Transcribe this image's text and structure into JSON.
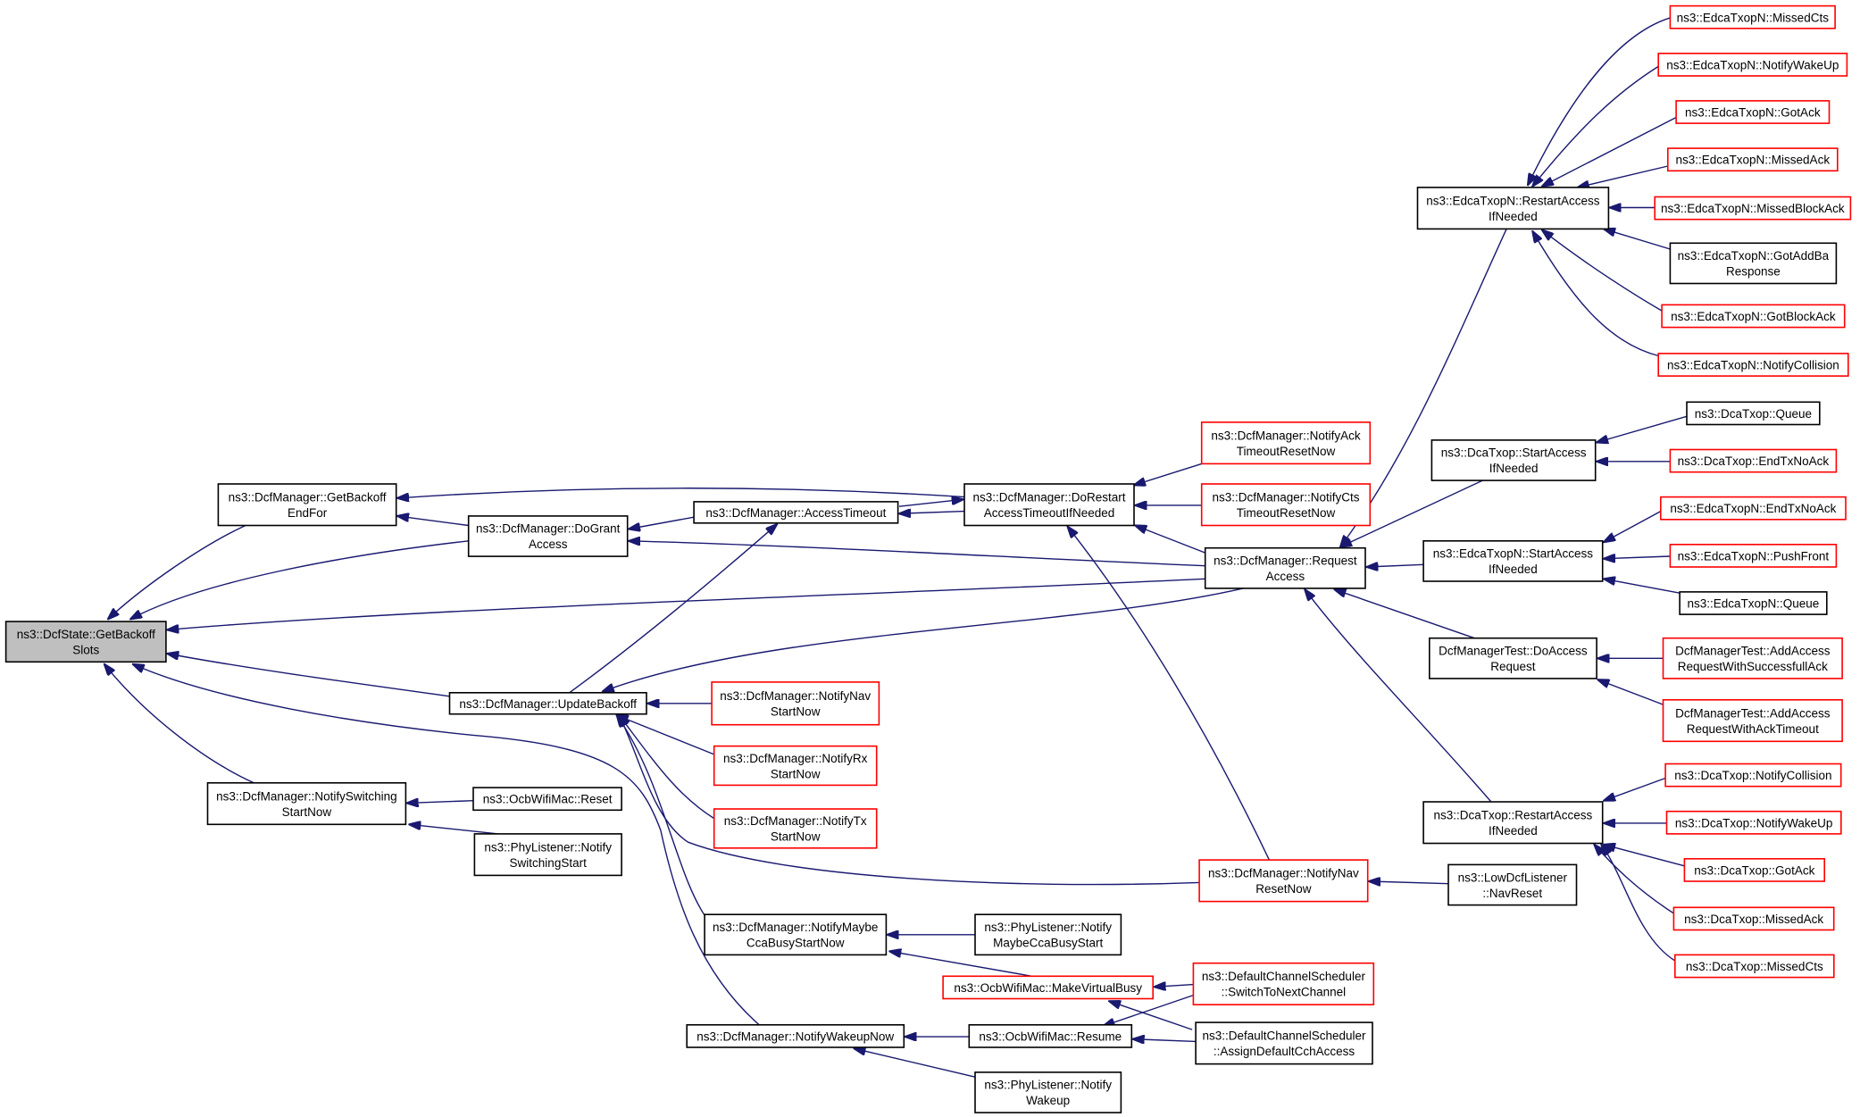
{
  "graph": {
    "nodes": [
      {
        "id": "root",
        "lines": [
          "ns3::DcfState::GetBackoff",
          "Slots"
        ],
        "style": "root"
      },
      {
        "id": "getbackoffendfor",
        "lines": [
          "ns3::DcfManager::GetBackoff",
          "EndFor"
        ],
        "style": "black"
      },
      {
        "id": "dograntaccess",
        "lines": [
          "ns3::DcfManager::DoGrant",
          "Access"
        ],
        "style": "black"
      },
      {
        "id": "accesstimeout",
        "lines": [
          "ns3::DcfManager::AccessTimeout"
        ],
        "style": "black"
      },
      {
        "id": "dorestart",
        "lines": [
          "ns3::DcfManager::DoRestart",
          "AccessTimeoutIfNeeded"
        ],
        "style": "black"
      },
      {
        "id": "notifyack",
        "lines": [
          "ns3::DcfManager::NotifyAck",
          "TimeoutResetNow"
        ],
        "style": "red"
      },
      {
        "id": "notifycts",
        "lines": [
          "ns3::DcfManager::NotifyCts",
          "TimeoutResetNow"
        ],
        "style": "red"
      },
      {
        "id": "requestaccess",
        "lines": [
          "ns3::DcfManager::Request",
          "Access"
        ],
        "style": "black"
      },
      {
        "id": "updatebackoff",
        "lines": [
          "ns3::DcfManager::UpdateBackoff"
        ],
        "style": "black"
      },
      {
        "id": "notifynavstart",
        "lines": [
          "ns3::DcfManager::NotifyNav",
          "StartNow"
        ],
        "style": "red"
      },
      {
        "id": "notifyrxstart",
        "lines": [
          "ns3::DcfManager::NotifyRx",
          "StartNow"
        ],
        "style": "red"
      },
      {
        "id": "notifytxstart",
        "lines": [
          "ns3::DcfManager::NotifyTx",
          "StartNow"
        ],
        "style": "red"
      },
      {
        "id": "notifynavreset",
        "lines": [
          "ns3::DcfManager::NotifyNav",
          "ResetNow"
        ],
        "style": "red"
      },
      {
        "id": "lowdcfnavreset",
        "lines": [
          "ns3::LowDcfListener",
          "::NavReset"
        ],
        "style": "black"
      },
      {
        "id": "notifymaybecca",
        "lines": [
          "ns3::DcfManager::NotifyMaybe",
          "CcaBusyStartNow"
        ],
        "style": "black"
      },
      {
        "id": "phymaybecca",
        "lines": [
          "ns3::PhyListener::Notify",
          "MaybeCcaBusyStart"
        ],
        "style": "black"
      },
      {
        "id": "makevirtualbusy",
        "lines": [
          "ns3::OcbWifiMac::MakeVirtualBusy"
        ],
        "style": "red"
      },
      {
        "id": "switchtonext",
        "lines": [
          "ns3::DefaultChannelScheduler",
          "::SwitchToNextChannel"
        ],
        "style": "red"
      },
      {
        "id": "notifywakeup",
        "lines": [
          "ns3::DcfManager::NotifyWakeupNow"
        ],
        "style": "black"
      },
      {
        "id": "ocbresume",
        "lines": [
          "ns3::OcbWifiMac::Resume"
        ],
        "style": "black"
      },
      {
        "id": "assigndefault",
        "lines": [
          "ns3::DefaultChannelScheduler",
          "::AssignDefaultCchAccess"
        ],
        "style": "black"
      },
      {
        "id": "phywakeup",
        "lines": [
          "ns3::PhyListener::Notify",
          "Wakeup"
        ],
        "style": "black"
      },
      {
        "id": "notifyswitching",
        "lines": [
          "ns3::DcfManager::NotifySwitching",
          "StartNow"
        ],
        "style": "black"
      },
      {
        "id": "ocbreset",
        "lines": [
          "ns3::OcbWifiMac::Reset"
        ],
        "style": "black"
      },
      {
        "id": "physwitching",
        "lines": [
          "ns3::PhyListener::Notify",
          "SwitchingStart"
        ],
        "style": "black"
      },
      {
        "id": "edcarestart",
        "lines": [
          "ns3::EdcaTxopN::RestartAccess",
          "IfNeeded"
        ],
        "style": "black"
      },
      {
        "id": "edcamissedcts",
        "lines": [
          "ns3::EdcaTxopN::MissedCts"
        ],
        "style": "red"
      },
      {
        "id": "edcanotifywakeup",
        "lines": [
          "ns3::EdcaTxopN::NotifyWakeUp"
        ],
        "style": "red"
      },
      {
        "id": "edcagotack",
        "lines": [
          "ns3::EdcaTxopN::GotAck"
        ],
        "style": "red"
      },
      {
        "id": "edcamissedack",
        "lines": [
          "ns3::EdcaTxopN::MissedAck"
        ],
        "style": "red"
      },
      {
        "id": "edcamissedblockack",
        "lines": [
          "ns3::EdcaTxopN::MissedBlockAck"
        ],
        "style": "red"
      },
      {
        "id": "edcagotaddba",
        "lines": [
          "ns3::EdcaTxopN::GotAddBa",
          "Response"
        ],
        "style": "black"
      },
      {
        "id": "edcagotblockack",
        "lines": [
          "ns3::EdcaTxopN::GotBlockAck"
        ],
        "style": "red"
      },
      {
        "id": "edcanotifycollision",
        "lines": [
          "ns3::EdcaTxopN::NotifyCollision"
        ],
        "style": "red"
      },
      {
        "id": "dcastartaccess",
        "lines": [
          "ns3::DcaTxop::StartAccess",
          "IfNeeded"
        ],
        "style": "black"
      },
      {
        "id": "dcaqueue",
        "lines": [
          "ns3::DcaTxop::Queue"
        ],
        "style": "black"
      },
      {
        "id": "dcaendtxnoack",
        "lines": [
          "ns3::DcaTxop::EndTxNoAck"
        ],
        "style": "red"
      },
      {
        "id": "edcastartaccess",
        "lines": [
          "ns3::EdcaTxopN::StartAccess",
          "IfNeeded"
        ],
        "style": "black"
      },
      {
        "id": "edcaendtxnoack",
        "lines": [
          "ns3::EdcaTxopN::EndTxNoAck"
        ],
        "style": "red"
      },
      {
        "id": "edcapushfront",
        "lines": [
          "ns3::EdcaTxopN::PushFront"
        ],
        "style": "red"
      },
      {
        "id": "edcaqueue",
        "lines": [
          "ns3::EdcaTxopN::Queue"
        ],
        "style": "black"
      },
      {
        "id": "dcftestdoaccess",
        "lines": [
          "DcfManagerTest::DoAccess",
          "Request"
        ],
        "style": "black"
      },
      {
        "id": "dcftestsuccess",
        "lines": [
          "DcfManagerTest::AddAccess",
          "RequestWithSuccessfullAck"
        ],
        "style": "red"
      },
      {
        "id": "dcftesttimeout",
        "lines": [
          "DcfManagerTest::AddAccess",
          "RequestWithAckTimeout"
        ],
        "style": "red"
      },
      {
        "id": "dcarestart",
        "lines": [
          "ns3::DcaTxop::RestartAccess",
          "IfNeeded"
        ],
        "style": "black"
      },
      {
        "id": "dcanotifycollision",
        "lines": [
          "ns3::DcaTxop::NotifyCollision"
        ],
        "style": "red"
      },
      {
        "id": "dcanotifywakeup",
        "lines": [
          "ns3::DcaTxop::NotifyWakeUp"
        ],
        "style": "red"
      },
      {
        "id": "dcagotack",
        "lines": [
          "ns3::DcaTxop::GotAck"
        ],
        "style": "red"
      },
      {
        "id": "dcamissedack",
        "lines": [
          "ns3::DcaTxop::MissedAck"
        ],
        "style": "red"
      },
      {
        "id": "dcamissedcts",
        "lines": [
          "ns3::DcaTxop::MissedCts"
        ],
        "style": "red"
      }
    ]
  }
}
